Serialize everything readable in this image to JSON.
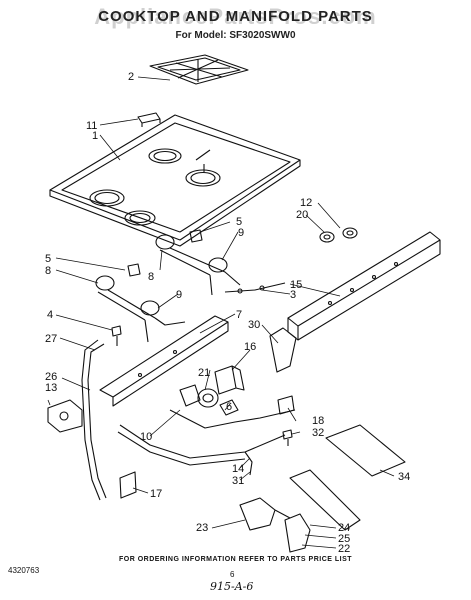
{
  "header": {
    "title": "COOKTOP AND MANIFOLD PARTS",
    "model": "For Model: SF3020SWW0"
  },
  "watermark": "AppliancePartsPros.com",
  "footer": {
    "ordering_note": "FOR ORDERING INFORMATION REFER TO PARTS PRICE LIST",
    "part_number": "4320763",
    "page": "6",
    "handwritten": "915-A-6"
  },
  "callouts": [
    "1",
    "2",
    "3",
    "4",
    "5",
    "5",
    "6",
    "7",
    "8",
    "8",
    "9",
    "9",
    "10",
    "11",
    "12",
    "13",
    "14",
    "15",
    "16",
    "17",
    "18",
    "20",
    "21",
    "22",
    "23",
    "24",
    "25",
    "26",
    "27",
    "30",
    "31",
    "32",
    "34"
  ]
}
